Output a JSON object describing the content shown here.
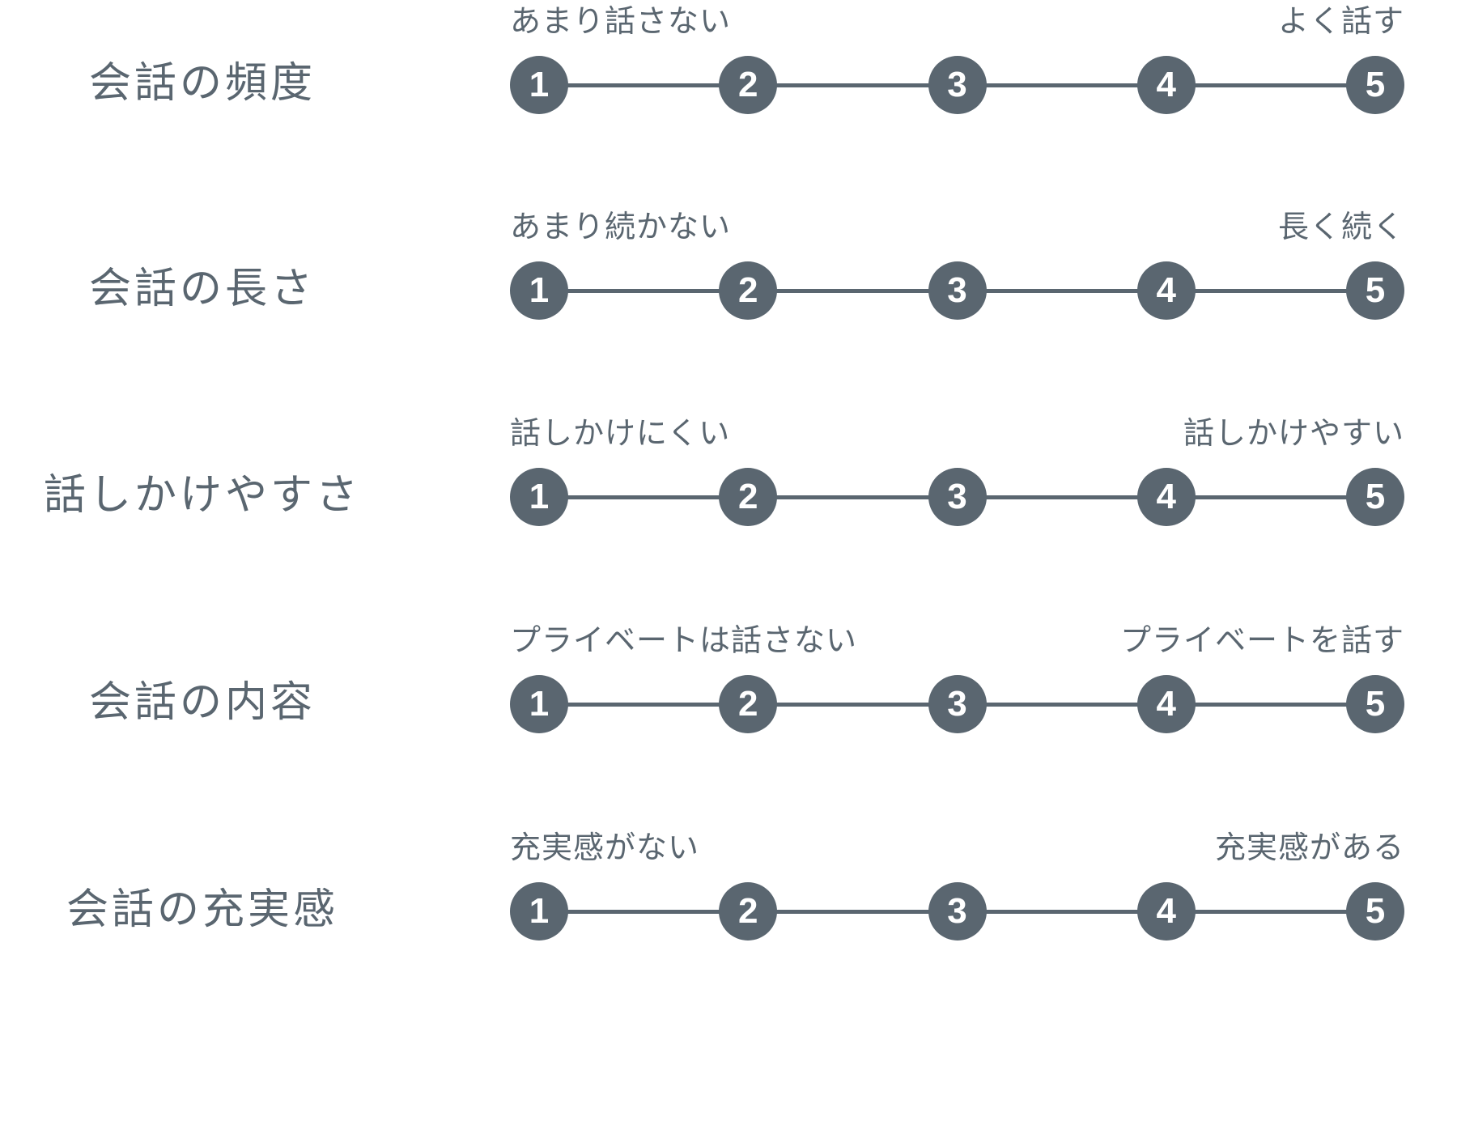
{
  "theme": {
    "background": "#ffffff",
    "accent": "#5a6670",
    "point_text": "#ffffff",
    "label_text": "#5a6670"
  },
  "scale": {
    "points": [
      "1",
      "2",
      "3",
      "4",
      "5"
    ],
    "min": 1,
    "max": 5
  },
  "rows": [
    {
      "label": "会話の頻度",
      "anchor_left": "あまり話さない",
      "anchor_right": "よく話す"
    },
    {
      "label": "会話の長さ",
      "anchor_left": "あまり続かない",
      "anchor_right": "長く続く"
    },
    {
      "label": "話しかけやすさ",
      "anchor_left": "話しかけにくい",
      "anchor_right": "話しかけやすい"
    },
    {
      "label": "会話の内容",
      "anchor_left": "プライベートは話さない",
      "anchor_right": "プライベートを話す"
    },
    {
      "label": "会話の充実感",
      "anchor_left": "充実感がない",
      "anchor_right": "充実感がある"
    }
  ]
}
